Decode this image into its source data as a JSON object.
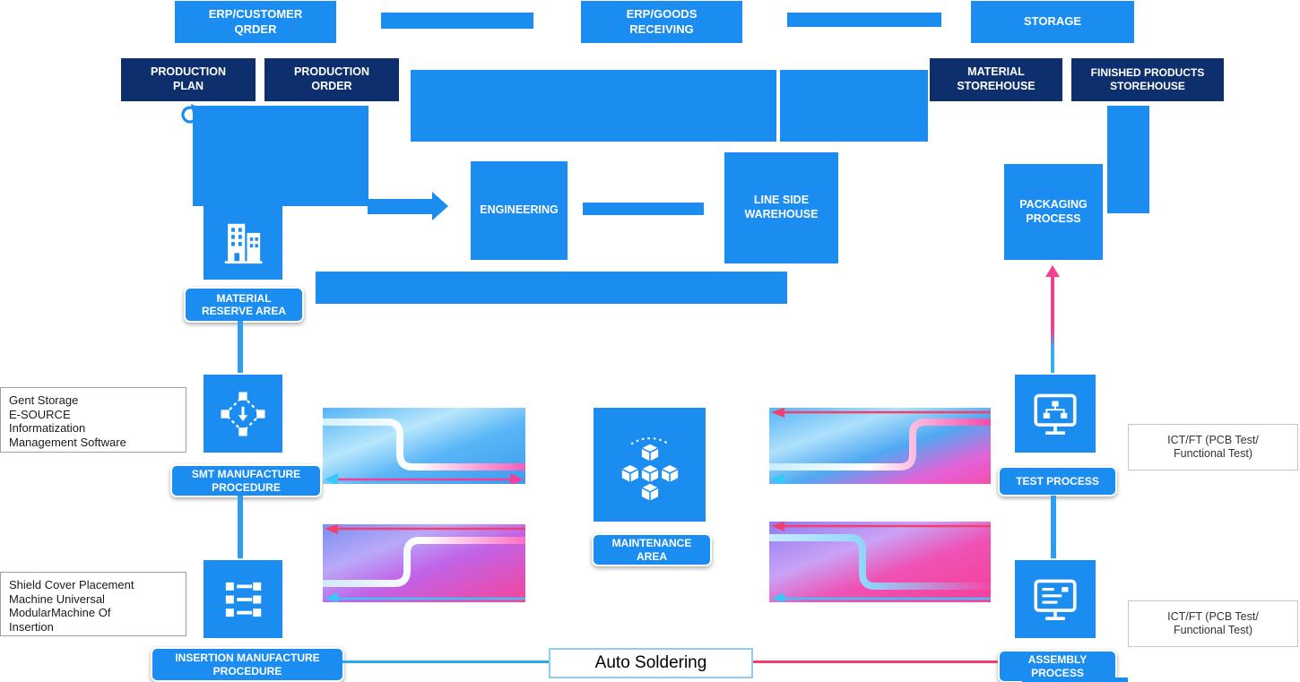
{
  "colors": {
    "blue": "#1b8cf0",
    "navy": "#0e2f6e",
    "pink": "#f23f6e",
    "magenta": "#f23f9e",
    "cyan": "#35c8f8"
  },
  "top_row": {
    "erp_customer_order": "ERP/CUSTOMER\nQRDER",
    "erp_goods_receiving": "ERP/GOODS\nRECEIVING",
    "storage": "STORAGE"
  },
  "second_row": {
    "production_plan": "PRODUCTION\nPLAN",
    "production_order": "PRODUCTION\nORDER",
    "material_storehouse": "MATERIAL\nSTOREHOUSE",
    "finished_products_storehouse": "FINISHED PRODUCTS\nSTOREHOUSE"
  },
  "mid": {
    "engineering": "ENGINEERING",
    "line_side_warehouse": "LINE SIDE\nWAREHOUSE",
    "packaging_process": "PACKAGING\nPROCESS"
  },
  "stations": {
    "material_reserve_area": "MATERIAL\nRESERVE AREA",
    "smt_manufacture_procedure": "SMT MANUFACTURE\nPROCEDURE",
    "insertion_manufacture_procedure": "INSERTION MANUFACTURE\nPROCEDURE",
    "maintenance_area": "MAINTENANCE\nAREA",
    "test_process": "TEST PROCESS",
    "assembly_process": "ASSEMBLY\nPROCESS"
  },
  "notes": {
    "smt_software": "Gent Storage\nE-SOURCE\nInformatization\nManagement Software",
    "insertion_machines": "Shield Cover Placement\nMachine Universal\nModularMachine Of\nInsertion",
    "ict_test": "ICT/FT (PCB Test/\nFunctional Test)",
    "ict_assembly": "ICT/FT (PCB Test/\nFunctional Test)"
  },
  "flow": {
    "auto_soldering": "Auto Soldering"
  },
  "icons": {
    "material_reserve": "building-icon",
    "smt": "pick-place-network-icon",
    "insertion": "feeder-slots-icon",
    "maintenance": "cubes-network-icon",
    "test": "monitor-flowchart-icon",
    "assembly": "monitor-checklist-icon",
    "loop": "loop-arrow-icon"
  }
}
